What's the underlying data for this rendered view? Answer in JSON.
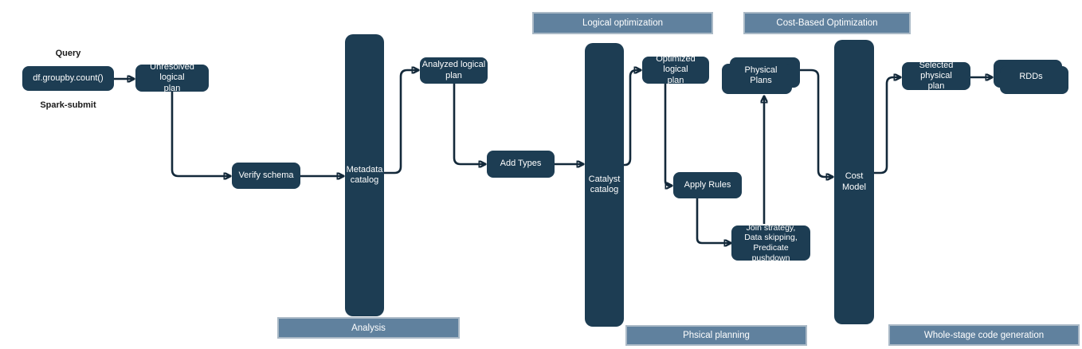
{
  "palette": {
    "node_fill": "#1d3d53",
    "band_fill": "#60819e",
    "band_border": "#aab9c6",
    "connector": "#13293a",
    "node_text": "#ffffff",
    "label_text": "#1a1a1a",
    "background": "#ffffff"
  },
  "labels": {
    "query": "Query",
    "spark_submit": "Spark-submit"
  },
  "bands": {
    "logical_optimization": "Logical optimization",
    "cost_based_optimization": "Cost-Based Optimization",
    "analysis": "Analysis",
    "physical_planning": "Phsical planning",
    "whole_stage": "Whole-stage code generation"
  },
  "nodes": {
    "query_code": "df.groupby.count()",
    "unresolved_plan": "Unresolved logical\nplan",
    "verify_schema": "Verify schema",
    "metadata_catalog": "Metadata\ncatalog",
    "analyzed_plan": "Analyzed logical\nplan",
    "add_types": "Add Types",
    "catalyst_catalog": "Catalyst\ncatalog",
    "optimized_plan": "Optimized logical\nplan",
    "apply_rules": "Apply Rules",
    "join_strategy": "Join strategy,\nData skipping,\nPredicate pushdown",
    "physical_plans": "Physical\nPlans",
    "cost_model": "Cost\nModel",
    "selected_plan": "Selected physical\nplan",
    "rdds": "RDDs"
  }
}
